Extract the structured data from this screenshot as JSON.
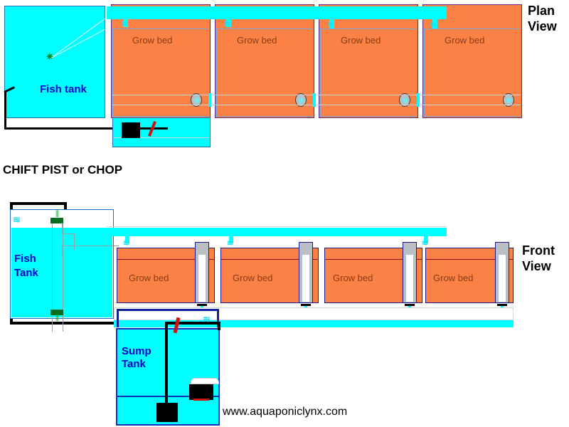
{
  "document": {
    "heading": "CHIFT PIST or CHOP",
    "watermark_url": "www.aquaponiclynx.com"
  },
  "views": {
    "plan": {
      "title_line1": "Plan",
      "title_line2": "View"
    },
    "front": {
      "title_line1": "Front",
      "title_line2": "View"
    }
  },
  "plan_view": {
    "fish_tank_label": "Fish tank",
    "sump_tank_label": "",
    "grow_beds": [
      {
        "label": "Grow bed"
      },
      {
        "label": "Grow bed"
      },
      {
        "label": "Grow bed"
      },
      {
        "label": "Grow bed"
      }
    ],
    "icons": {
      "center_drain": "drain-outlet-icon",
      "siphon": "bell-siphon-icon",
      "pump": "water-pump-icon",
      "valve": "ball-valve-icon"
    }
  },
  "front_view": {
    "fish_tank_label_line1": "Fish",
    "fish_tank_label_line2": "Tank",
    "sump_tank_label_line1": "Sump",
    "sump_tank_label_line2": "Tank",
    "grow_beds": [
      {
        "label": "Grow bed"
      },
      {
        "label": "Grow bed"
      },
      {
        "label": "Grow bed"
      },
      {
        "label": "Grow bed"
      }
    ],
    "icons": {
      "slo_standpipe": "solids-lifting-outlet-icon",
      "bell_siphon": "bell-siphon-standpipe-icon",
      "inlet_splash": "water-inlet-splash-icon",
      "drain_splash": "water-drain-splash-icon",
      "submersible_pump": "submersible-pump-icon",
      "secondary_pump": "secondary-pump-icon",
      "valve": "ball-valve-icon"
    }
  },
  "colors": {
    "water": "#00ffff",
    "grow_media": "#fb8244",
    "tank_outline": "#1f6fbf",
    "bed_outline_plan": "#5b2d82",
    "bed_outline_front": "#1a1a8c",
    "label_text": "#0000cc",
    "bed_text": "#8a3a18",
    "pipe_black": "#000000",
    "valve_red": "#cc1111",
    "siphon_grey": "#b9bfc4",
    "slo_green": "#0a6b22"
  },
  "glyphs": {
    "splash": "≋",
    "drain_star": "✷",
    "slo_teeth": "⫼"
  }
}
